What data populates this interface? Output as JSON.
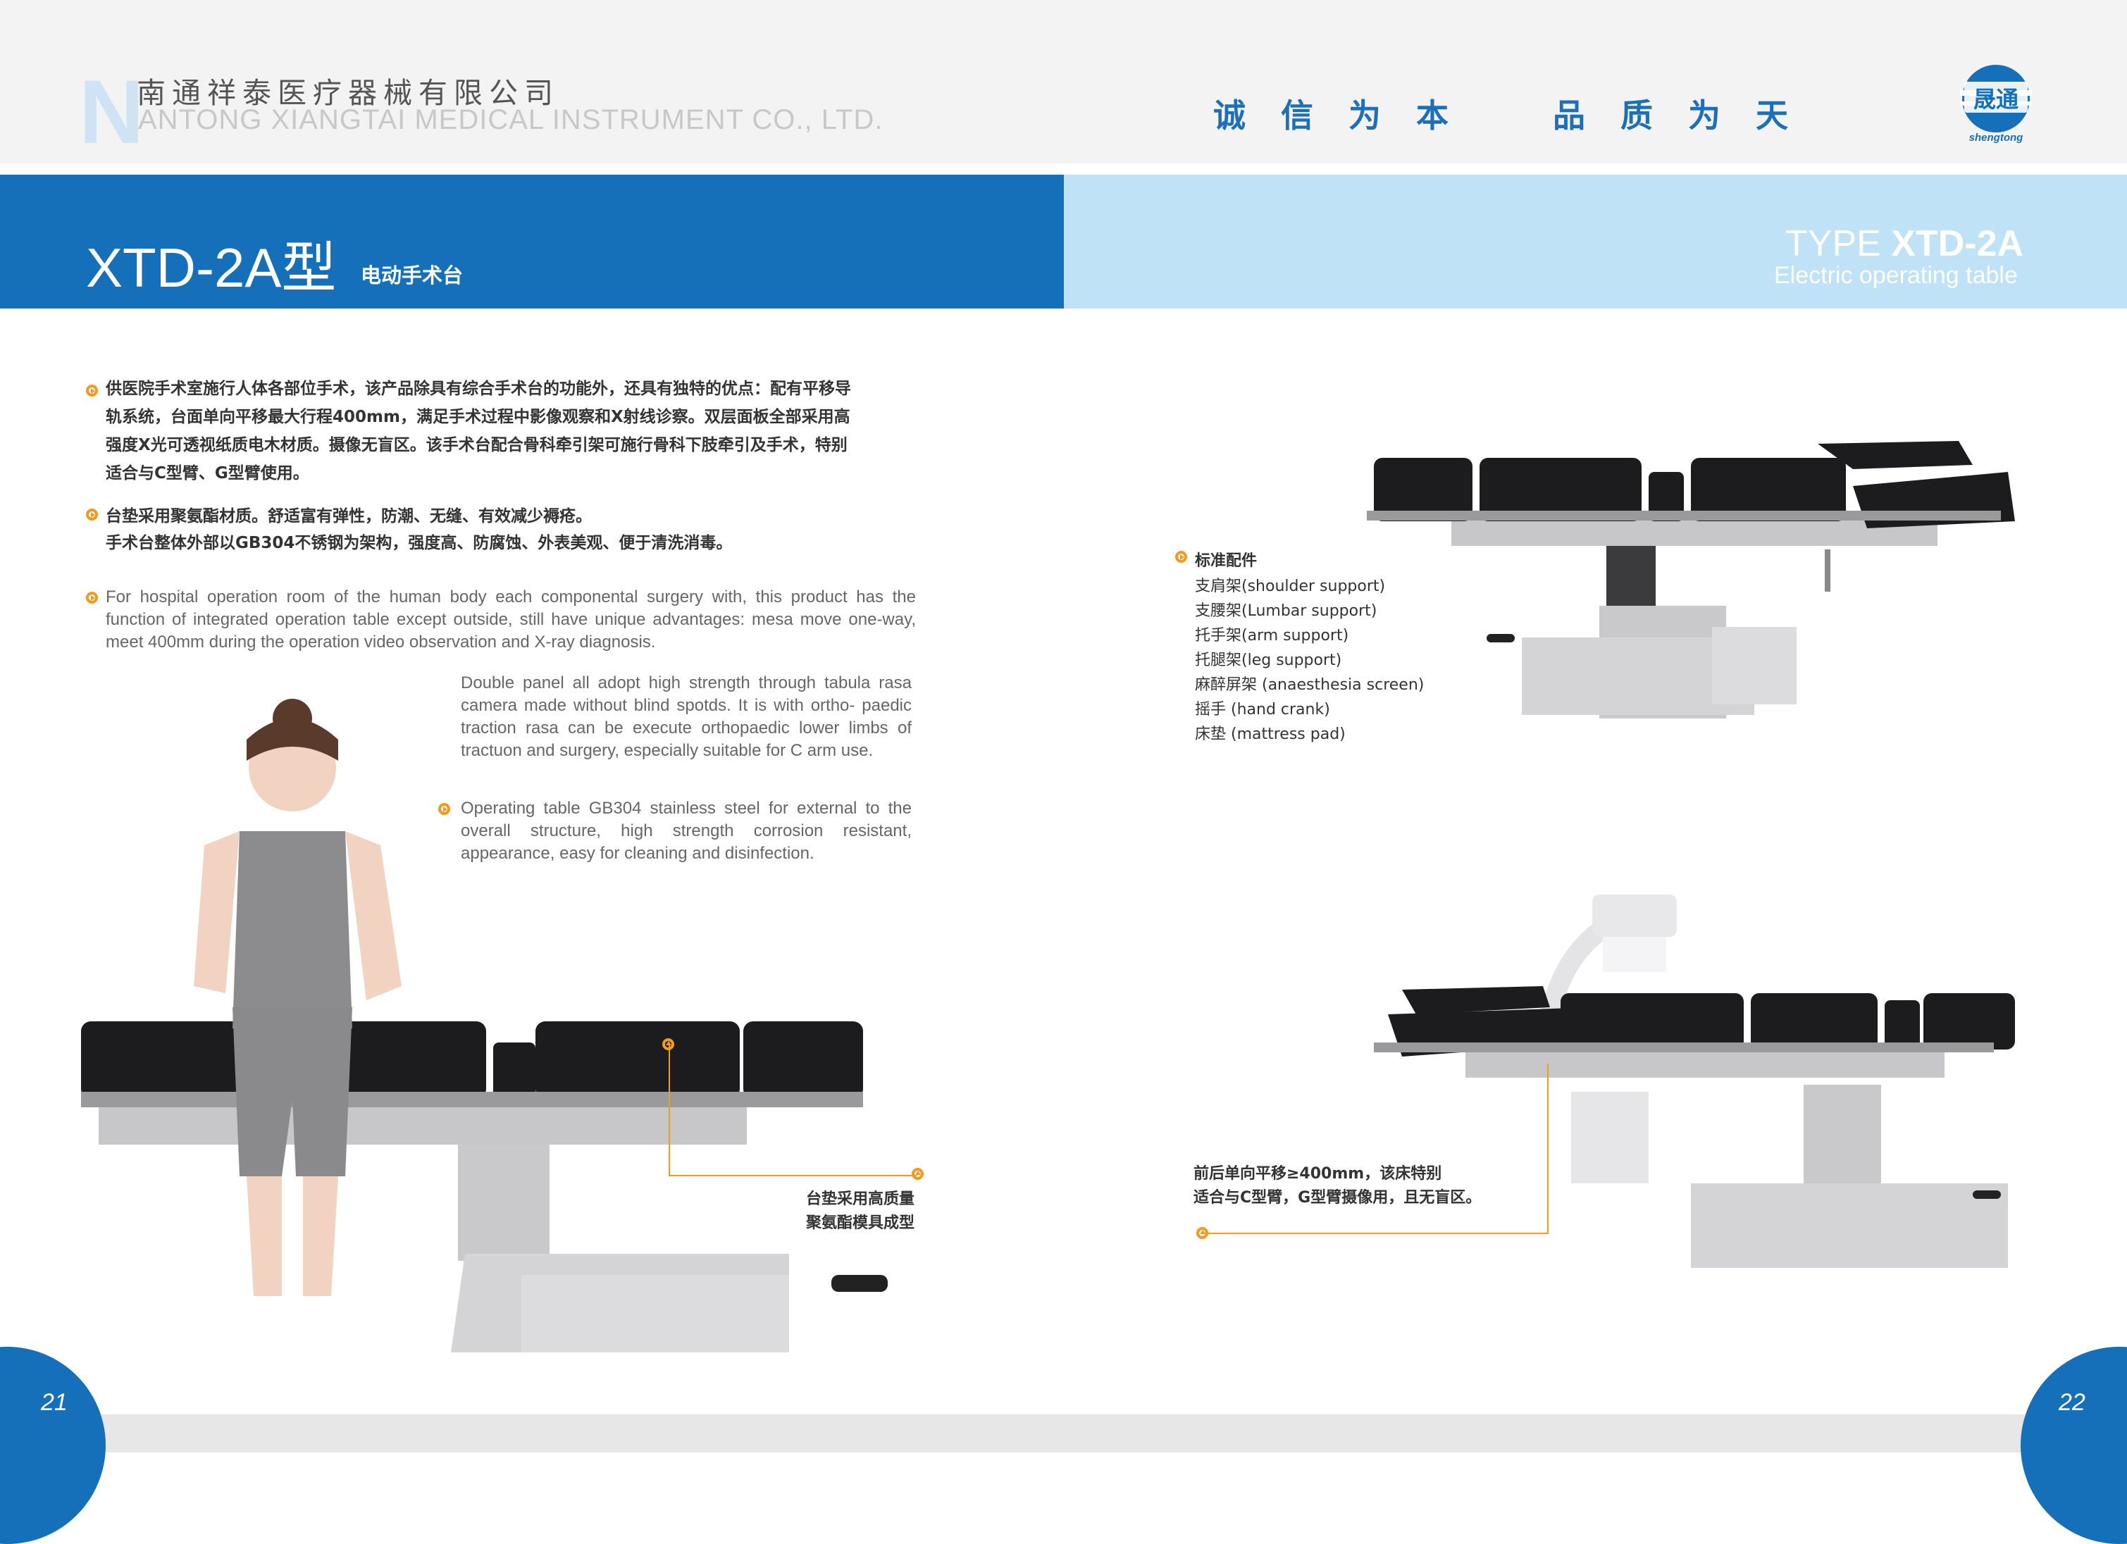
{
  "header": {
    "logo_letter": "N",
    "company_cn": "南通祥泰医疗器械有限公司",
    "company_en": "ANTONG XIANGTAI MEDICAL INSTRUMENT CO., LTD.",
    "slogan_left": "诚信为本",
    "slogan_right": "品质为天",
    "brand_cn": "晟通",
    "brand_en": "shengtong"
  },
  "title": {
    "model": "XTD-2A型",
    "product_cn": "电动手术台",
    "type_prefix": "TYPE",
    "type_model": "XTD-2A",
    "product_en": "Electric operating table"
  },
  "features_cn": [
    "供医院手术室施行人体各部位手术，该产品除具有综合手术台的功能外，还具有独特的优点：配有平移导",
    "轨系统，台面单向平移最大行程400mm，满足手术过程中影像观察和X射线诊察。双层面板全部采用高",
    "强度X光可透视纸质电木材质。摄像无盲区。该手术台配合骨科牵引架可施行骨科下肢牵引及手术，特别",
    "适合与C型臂、G型臂使用。"
  ],
  "features_cn_2": [
    "台垫采用聚氨酯材质。舒适富有弹性，防潮、无缝、有效减少褥疮。",
    "手术台整体外部以GB304不锈钢为架构，强度高、防腐蚀、外表美观、便于清洗消毒。"
  ],
  "features_en_1": "For hospital operation room of the human body each componental surgery with, this product has the function of integrated operation table except outside, still have unique advantages: mesa move one-way, meet 400mm during the operation video observation and X-ray diagnosis.",
  "features_en_2": "Double panel all adopt high strength through tabula rasa camera made without blind spotds. It is with ortho- paedic traction rasa can be execute orthopaedic lower limbs of tractuon and surgery, especially suitable for C arm use.",
  "features_en_3": "Operating table GB304 stainless steel for external to the overall structure, high strength corrosion resistant, appearance, easy for cleaning and disinfection.",
  "accessories": {
    "title": "标准配件",
    "items": [
      "支肩架(shoulder support)",
      "支腰架(Lumbar support)",
      "托手架(arm support)",
      "托腿架(leg support)",
      "麻醉屏架 (anaesthesia screen)",
      "摇手 (hand crank)",
      "床垫 (mattress pad)"
    ]
  },
  "callout_left": [
    "台垫采用高质量",
    "聚氨酯模具成型"
  ],
  "callout_right": [
    "前后单向平移≥400mm，该床特别",
    "适合与C型臂，G型臂摄像用，且无盲区。"
  ],
  "pages": {
    "left": "21",
    "right": "22"
  },
  "colors": {
    "brand_blue": "#1570b9",
    "light_blue": "#bfe2f7",
    "accent_orange": "#f39a1e",
    "pad_black": "#1c1c1e",
    "steel": "#c9c9cb"
  }
}
